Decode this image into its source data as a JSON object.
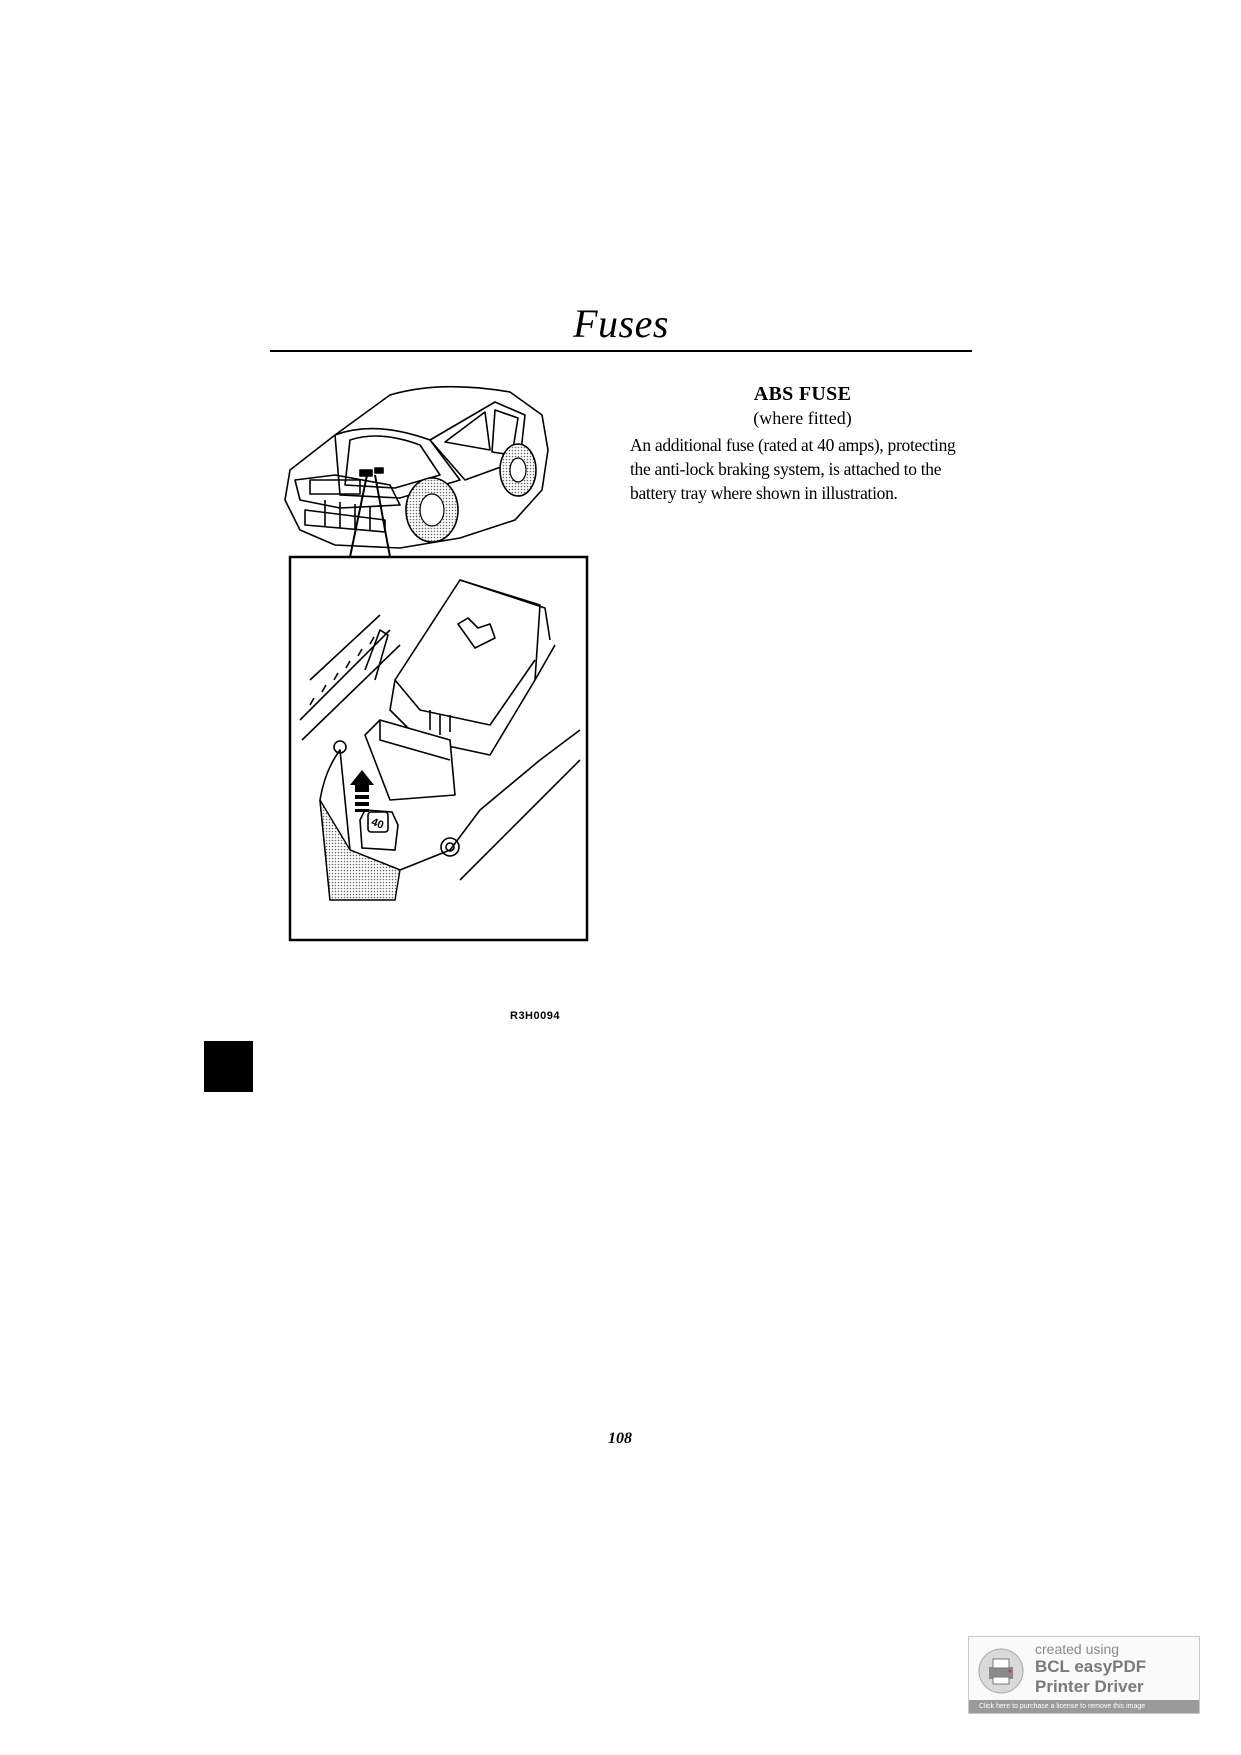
{
  "header": {
    "title": "Fuses"
  },
  "figure": {
    "code": "R3H0094",
    "fuse_label": "40"
  },
  "abs_section": {
    "heading": "ABS FUSE",
    "subheading": "(where fitted)",
    "body": "An additional fuse (rated at 40 amps), protecting the anti-lock braking system, is attached to the battery tray where shown in illustration."
  },
  "footer": {
    "page_number": "108"
  },
  "watermark": {
    "line1": "created using",
    "line2": "BCL easyPDF",
    "line3": "Printer Driver",
    "bar": "Click here to purchase a license to remove this image"
  }
}
